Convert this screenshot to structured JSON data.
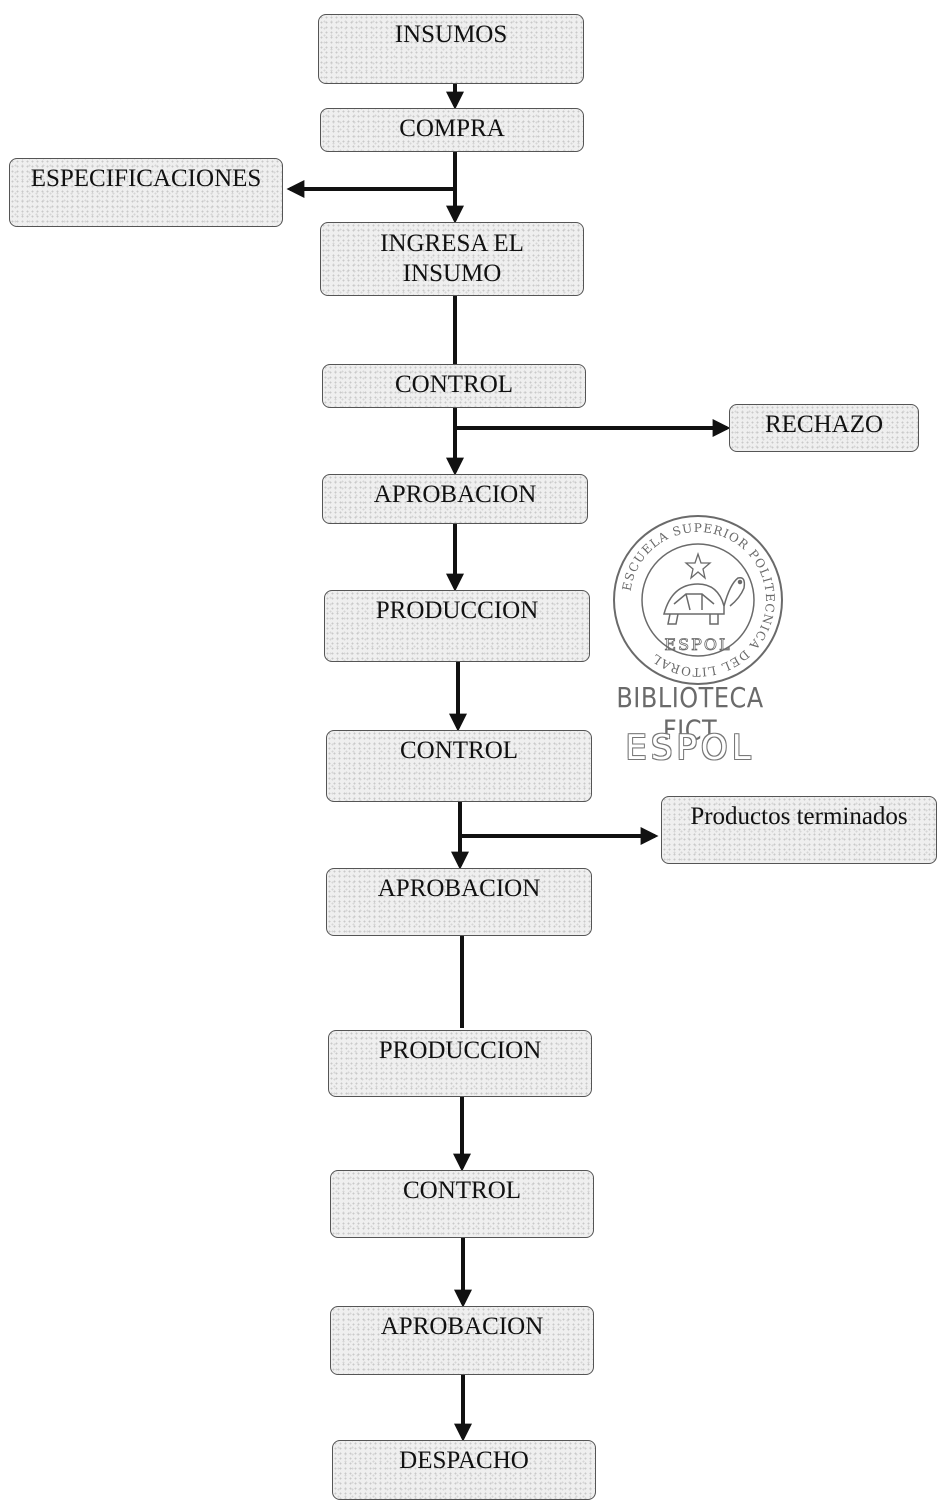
{
  "nodes": {
    "insumos": "INSUMOS",
    "compra": "COMPRA",
    "especificaciones": "ESPECIFICACIONES",
    "ingresa_line1": "INGRESA EL",
    "ingresa_line2": "INSUMO",
    "control_1": "CONTROL",
    "rechazo": "RECHAZO",
    "aprobacion_1": "APROBACION",
    "produccion_1": "PRODUCCION",
    "control_2": "CONTROL",
    "productos_terminados": "Productos terminados",
    "aprobacion_2": "APROBACION",
    "produccion_2": "PRODUCCION",
    "control_3": "CONTROL",
    "aprobacion_3": "APROBACION",
    "despacho": "DESPACHO"
  },
  "stamp": {
    "ring_text": "ESCUELA SUPERIOR POLITECNICA DEL LITORAL",
    "center_text": "ESPOL",
    "library_text": "BIBLIOTECA FICT",
    "library_espol": "ESPOL"
  }
}
